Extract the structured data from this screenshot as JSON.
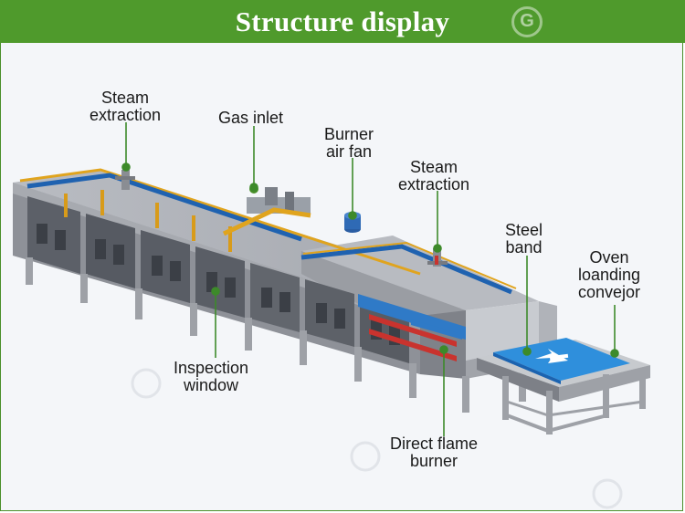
{
  "header": {
    "title": "Structure display"
  },
  "labels": {
    "steam_extraction_1": [
      "Steam",
      "extraction"
    ],
    "gas_inlet": [
      "Gas inlet"
    ],
    "burner_air_fan": [
      "Burner",
      "air fan"
    ],
    "steam_extraction_2": [
      "Steam",
      "extraction"
    ],
    "steel_band": [
      "Steel",
      "band"
    ],
    "oven_loading_conveyor": [
      "Oven",
      "loanding",
      "convejor"
    ],
    "inspection_window": [
      "Inspection",
      "window"
    ],
    "direct_flame_burner": [
      "Direct flame",
      "burner"
    ]
  },
  "colors": {
    "header_green": "#4f9a2c",
    "callout_green": "#3d8a2a",
    "belt_blue": "#2f8fdc",
    "oven_gray": "#8c8f96"
  }
}
